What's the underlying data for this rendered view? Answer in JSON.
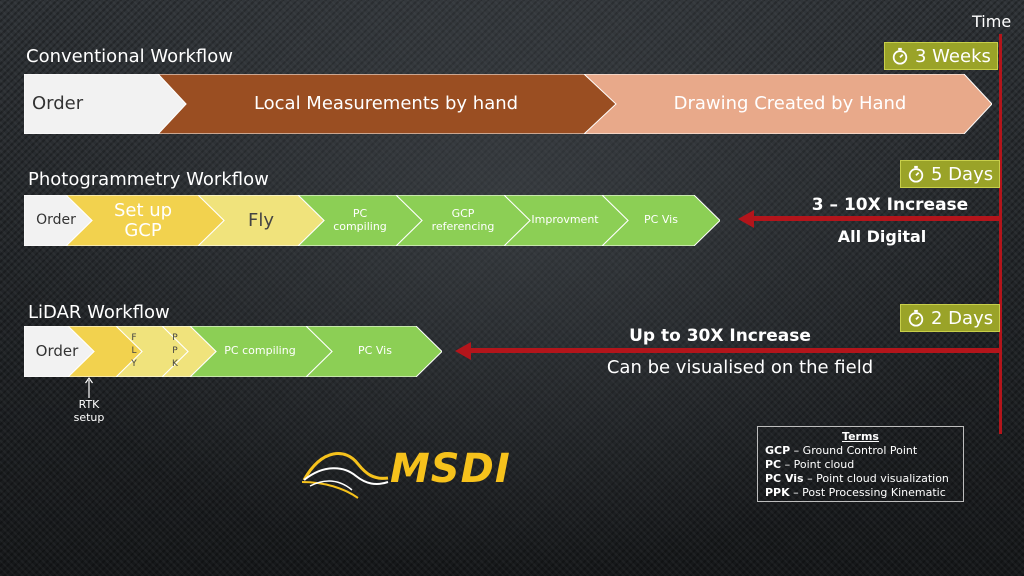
{
  "time_label": "Time",
  "conventional": {
    "title": "Conventional Workflow",
    "steps": [
      "Order",
      "Local Measurements by hand",
      "Drawing Created by Hand"
    ],
    "duration": "3 Weeks"
  },
  "photogrammetry": {
    "title": "Photogrammetry Workflow",
    "steps": [
      "Order",
      "Set up\nGCP",
      "Fly",
      "PC\ncompiling",
      "GCP\nreferencing",
      "Improvment",
      "PC Vis"
    ],
    "duration": "5 Days",
    "increase": "3 – 10X Increase",
    "note": "All Digital"
  },
  "lidar": {
    "title": "LiDAR Workflow",
    "steps": [
      "Order",
      "",
      "F\nL\nY",
      "P\nP\nK",
      "PC compiling",
      "PC Vis"
    ],
    "duration": "2 Days",
    "increase": "Up to 30X Increase",
    "note": "Can be visualised on the field",
    "rtk_label": "RTK\nsetup"
  },
  "logo": {
    "text": "MSDI"
  },
  "terms": {
    "title": "Terms",
    "items": [
      {
        "term": "GCP",
        "definition": " – Ground Control Point"
      },
      {
        "term": "PC",
        "definition": " – Point cloud"
      },
      {
        "term": "PC Vis",
        "definition": " – Point cloud visualization"
      },
      {
        "term": "PPK",
        "definition": " – Post Processing Kinematic"
      }
    ]
  },
  "colors": {
    "order": "#f2f2f2",
    "conv_mid": "#9a4e22",
    "conv_end": "#e8a98a",
    "yellow": "#f2d24e",
    "yellow_light": "#f0e37c",
    "green": "#8ccf55",
    "badge": "#9aa328",
    "red": "#b3151b",
    "logo_yellow": "#f6c21c"
  }
}
